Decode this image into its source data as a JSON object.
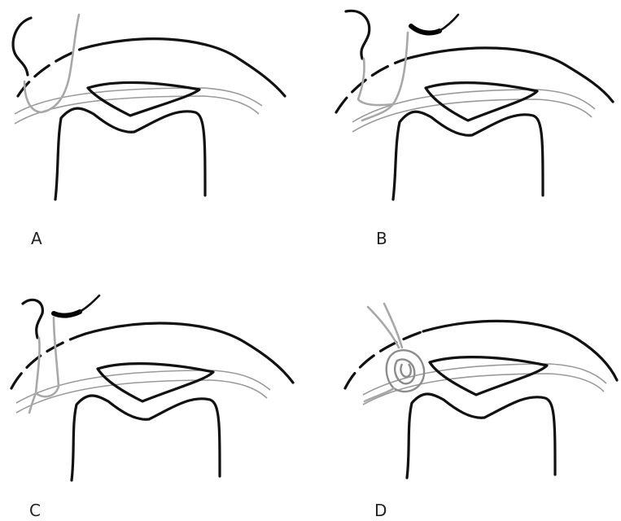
{
  "figure": {
    "panels": [
      {
        "id": "A",
        "label": "A"
      },
      {
        "id": "B",
        "label": "B"
      },
      {
        "id": "C",
        "label": "C"
      },
      {
        "id": "D",
        "label": "D"
      }
    ],
    "colors": {
      "line": "#111111",
      "suture": "#a8a8a8",
      "background": "#ffffff"
    }
  }
}
